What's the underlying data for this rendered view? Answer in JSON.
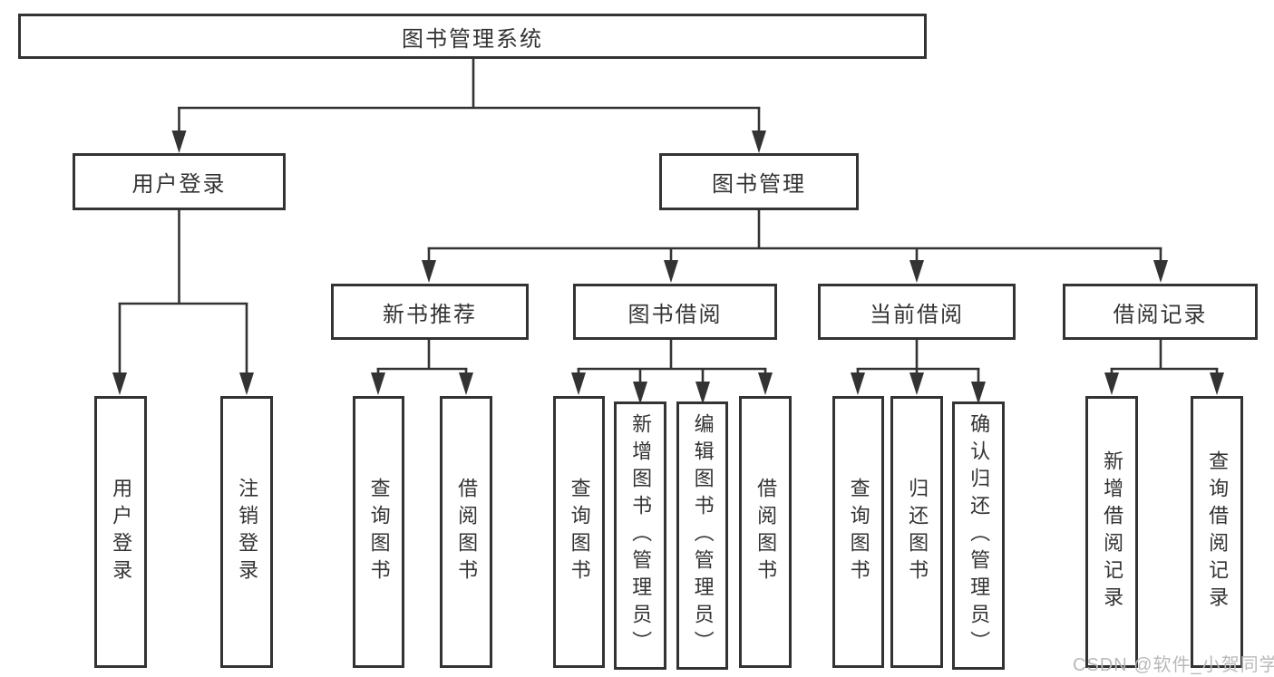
{
  "diagram": {
    "root": {
      "label": "图书管理系统"
    },
    "branches": {
      "user_login": {
        "label": "用户登录",
        "children": [
          {
            "label": "用户登录"
          },
          {
            "label": "注销登录"
          }
        ]
      },
      "book_management": {
        "label": "图书管理",
        "children": {
          "new_book": {
            "label": "新书推荐",
            "children": [
              {
                "label": "查询图书"
              },
              {
                "label": "借阅图书"
              }
            ]
          },
          "book_borrow": {
            "label": "图书借阅",
            "children": [
              {
                "label": "查询图书"
              },
              {
                "label": "新增图书（管理员）"
              },
              {
                "label": "编辑图书（管理员）"
              },
              {
                "label": "借阅图书"
              }
            ]
          },
          "current_borrow": {
            "label": "当前借阅",
            "children": [
              {
                "label": "查询图书"
              },
              {
                "label": "归还图书"
              },
              {
                "label": "确认归还（管理员）"
              }
            ]
          },
          "borrow_record": {
            "label": "借阅记录",
            "children": [
              {
                "label": "新增借阅记录"
              },
              {
                "label": "查询借阅记录"
              }
            ]
          }
        }
      }
    },
    "watermark": "CSDN @软件_小贺同学",
    "colors": {
      "line": "#333333",
      "text": "#333333",
      "background": "#ffffff",
      "watermark": "#b9b9b9"
    }
  }
}
